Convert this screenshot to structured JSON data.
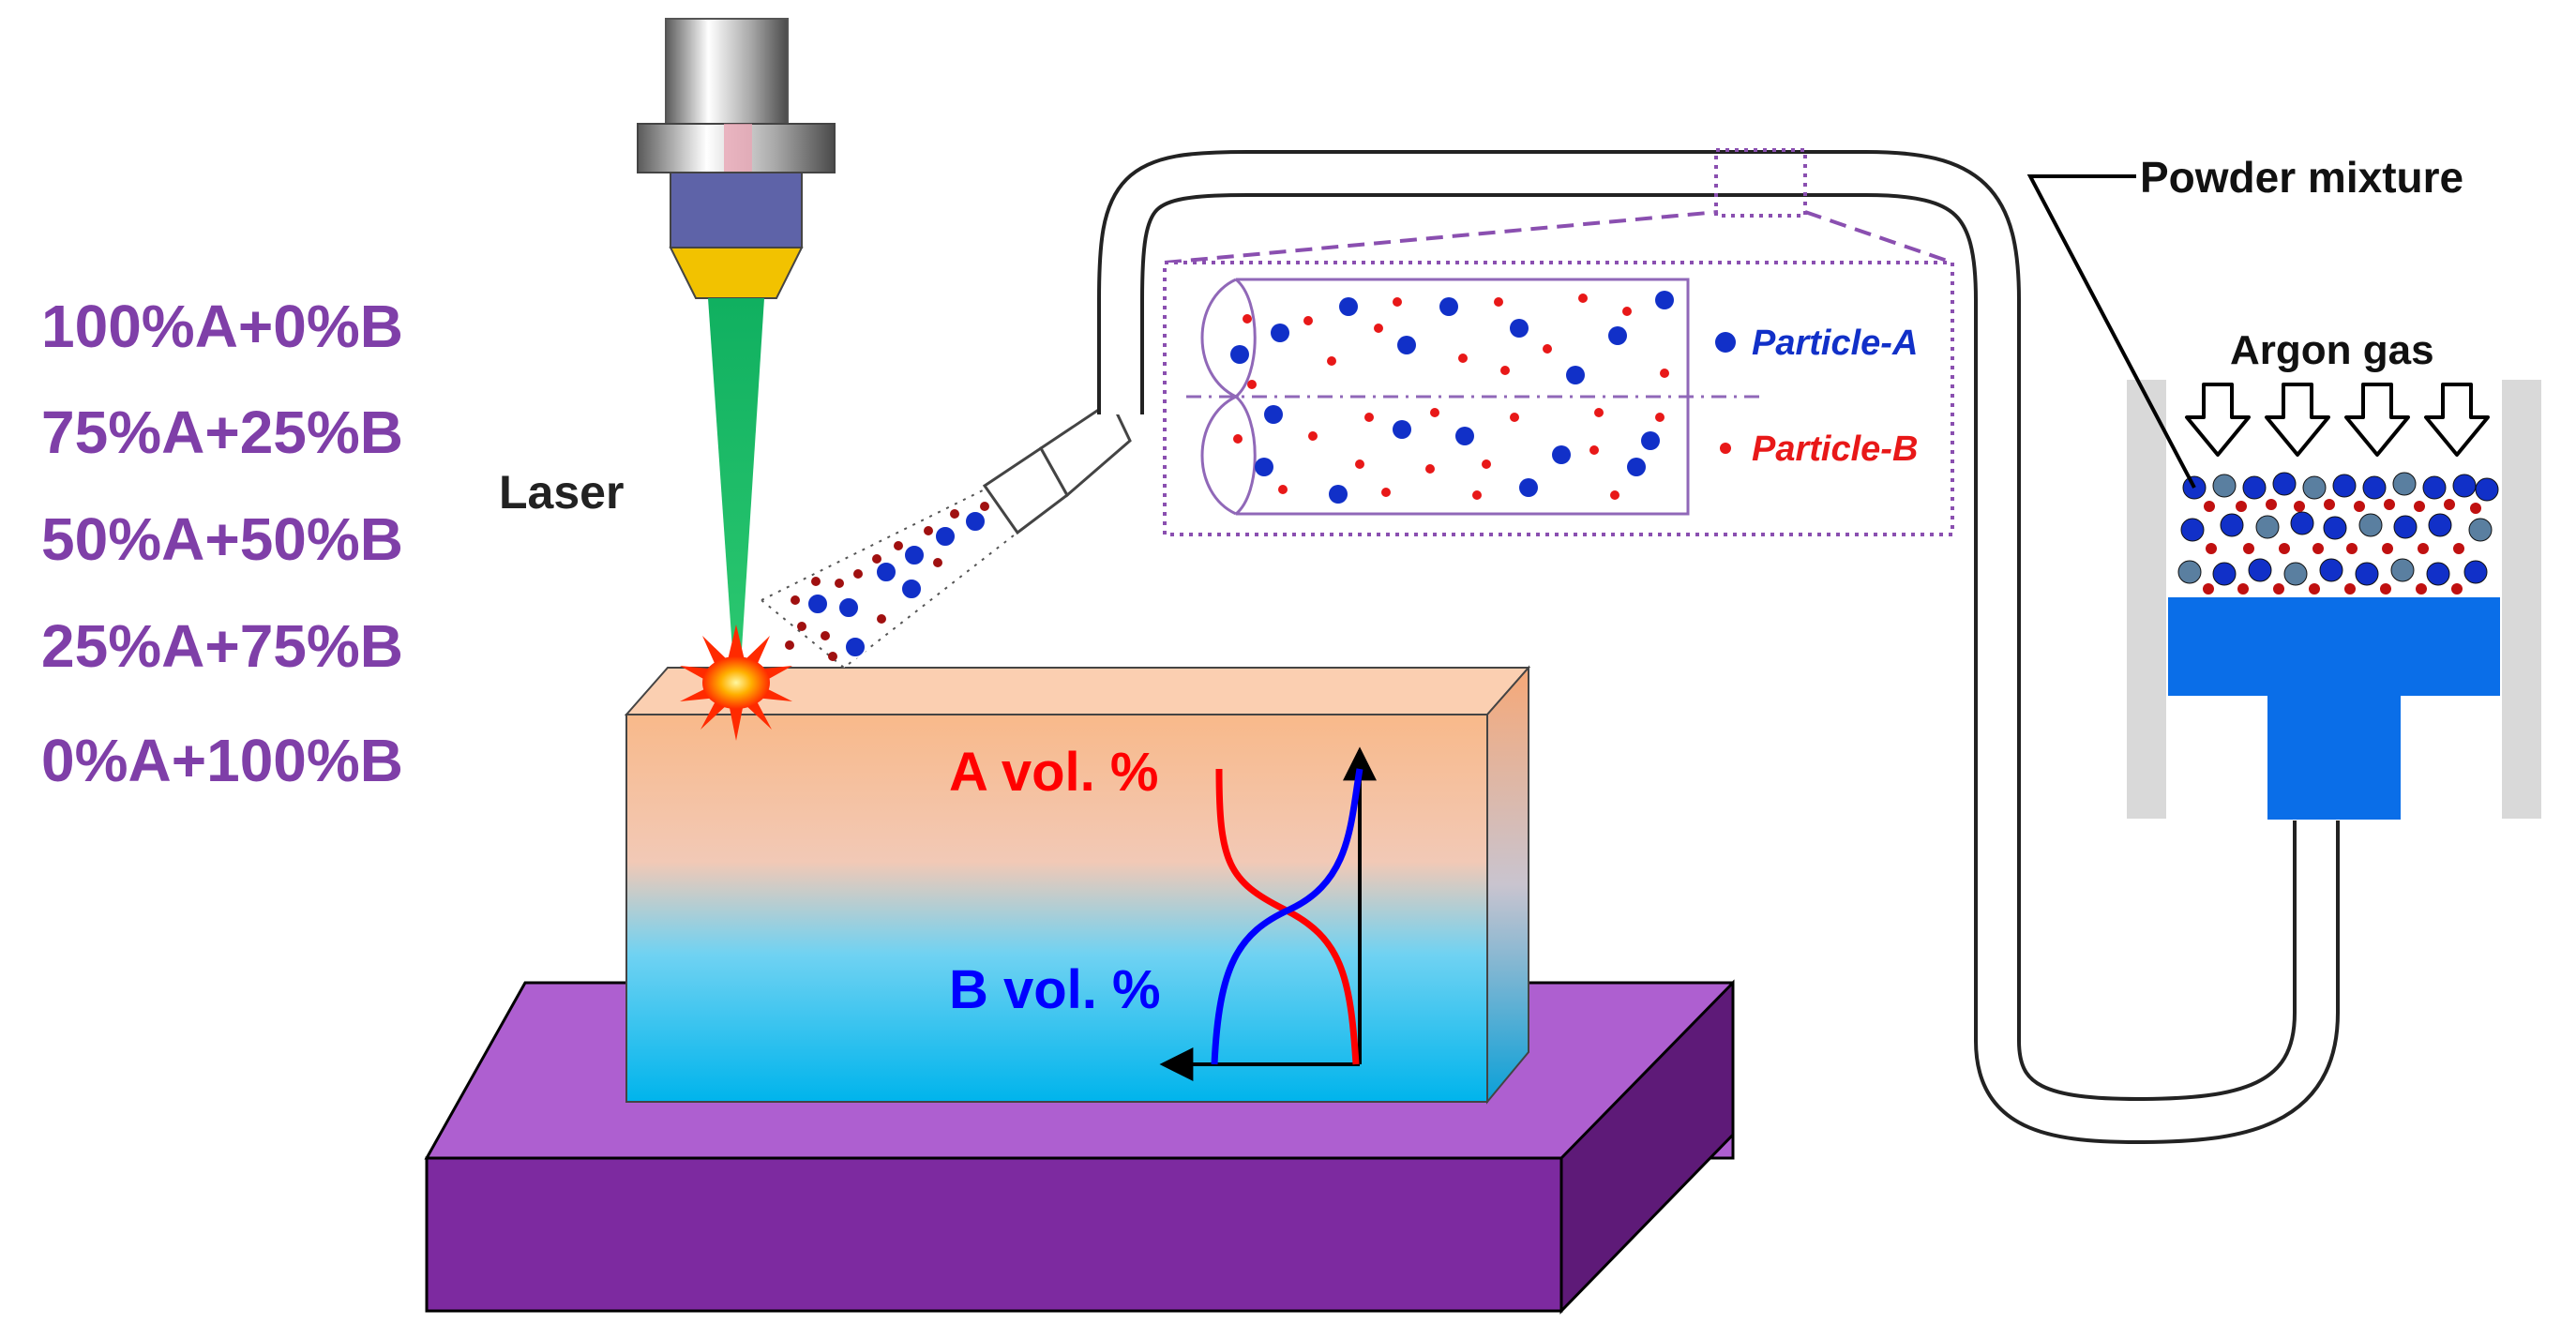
{
  "compositions": [
    "100%A+0%B",
    "75%A+25%B",
    "50%A+50%B",
    "25%A+75%B",
    "0%A+100%B"
  ],
  "labels": {
    "laser": "Laser",
    "powder_mixture": "Powder mixture",
    "argon_gas": "Argon gas",
    "particle_a": "Particle-A",
    "particle_b": "Particle-B",
    "a_vol": "A vol. %",
    "b_vol": "B vol. %"
  },
  "colors": {
    "composition_text": "#7f3fa8",
    "particle_a": "#1130c8",
    "particle_b": "#e81818",
    "curve_a": "#ff0000",
    "curve_b": "#0000ff",
    "substrate": "#7d2aa0",
    "block_top": "#f8b98a",
    "block_bottom": "#00b4ec",
    "beam": "#16b85a",
    "piston": "#0a6ee8",
    "tube_stroke": "#222222"
  },
  "icons": {
    "gas_arrow": "down-arrow-icon",
    "melt_pool": "spark-burst-icon"
  }
}
